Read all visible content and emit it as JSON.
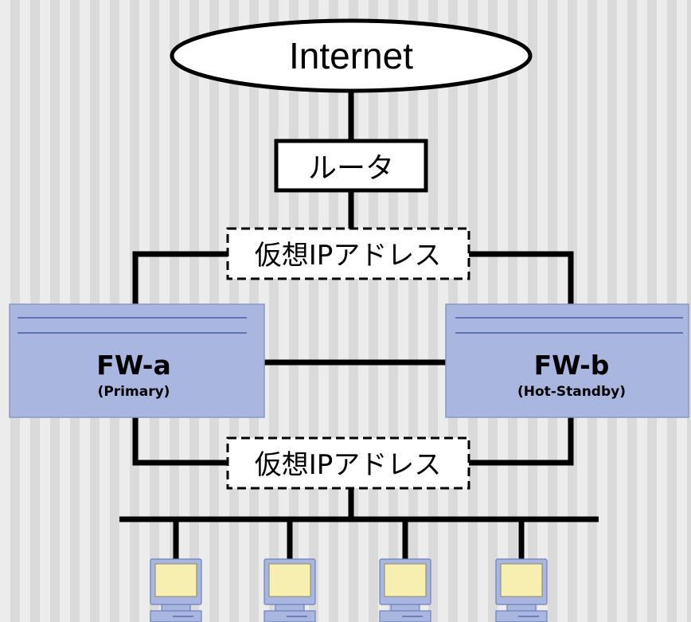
{
  "nodes": {
    "internet": "Internet",
    "router": "ルータ",
    "vip_upper": "仮想IPアドレス",
    "vip_lower": "仮想IPアドレス",
    "fw_a": {
      "name": "FW-a",
      "role": "(Primary)"
    },
    "fw_b": {
      "name": "FW-b",
      "role": "(Hot-Standby)"
    }
  },
  "client_count": 4,
  "colors": {
    "device_fill": "#a8b6e0",
    "device_rail": "#4a5ea8",
    "screen_fill": "#f7efb0",
    "wire": "#000000"
  }
}
